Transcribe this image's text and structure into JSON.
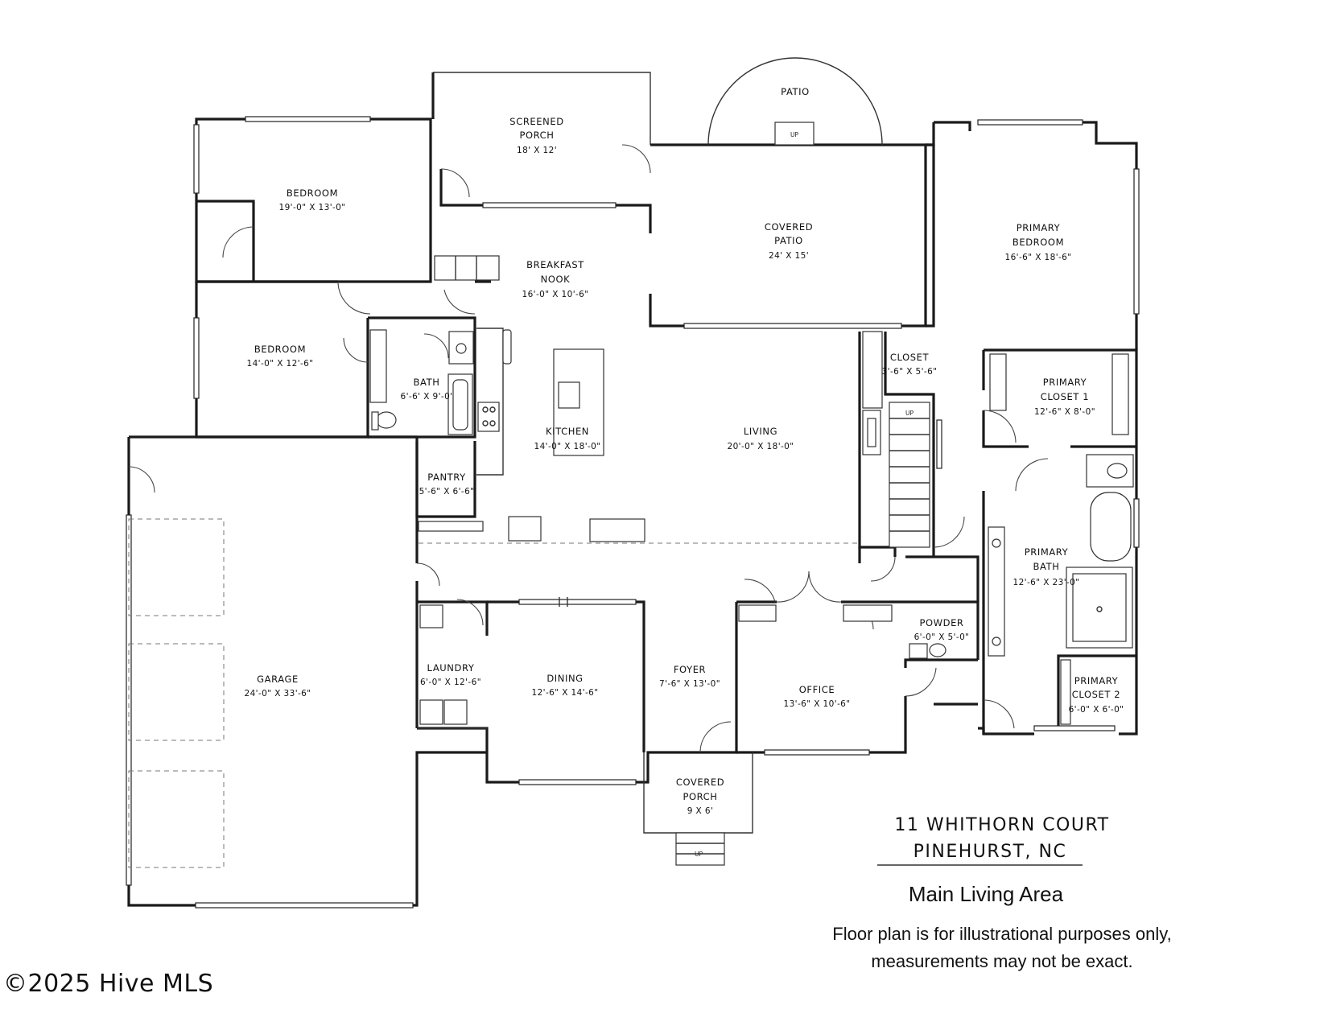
{
  "rooms": {
    "screened_porch": {
      "name_line1": "SCREENED",
      "name_line2": "PORCH",
      "dims": "18' X 12'"
    },
    "patio": {
      "name": "PATIO",
      "up": "UP"
    },
    "bedroom_1": {
      "name": "BEDROOM",
      "dims": "19'-0\" X 13'-0\""
    },
    "bedroom_2": {
      "name": "BEDROOM",
      "dims": "14'-0\" X 12'-6\""
    },
    "breakfast_nook": {
      "name_line1": "BREAKFAST",
      "name_line2": "NOOK",
      "dims": "16'-0\" X 10'-6\""
    },
    "covered_patio": {
      "name_line1": "COVERED",
      "name_line2": "PATIO",
      "dims": "24' X 15'"
    },
    "primary_bedroom": {
      "name_line1": "PRIMARY",
      "name_line2": "BEDROOM",
      "dims": "16'-6\" X 18'-6\""
    },
    "bath": {
      "name": "BATH",
      "dims": "6'-6' X 9'-0'"
    },
    "closet": {
      "name": "CLOSET",
      "dims": "3'-6\" X 5'-6\""
    },
    "primary_closet_1": {
      "name_line1": "PRIMARY",
      "name_line2": "CLOSET 1",
      "dims": "12'-6\" X 8'-0\""
    },
    "kitchen": {
      "name": "KITCHEN",
      "dims": "14'-0\" X 18'-0\""
    },
    "living": {
      "name": "LIVING",
      "dims": "20'-0\" X 18'-0\""
    },
    "stair": {
      "up": "UP"
    },
    "pantry": {
      "name": "PANTRY",
      "dims": "5'-6\" X 6'-6\""
    },
    "primary_bath": {
      "name_line1": "PRIMARY",
      "name_line2": "BATH",
      "dims": "12'-6\" X 23'-0\""
    },
    "powder": {
      "name": "POWDER",
      "dims": "6'-0\" X 5'-0\""
    },
    "laundry": {
      "name": "LAUNDRY",
      "dims": "6'-0\" X 12'-6\""
    },
    "dining": {
      "name": "DINING",
      "dims": "12'-6\" X 14'-6\""
    },
    "foyer": {
      "name": "FOYER",
      "dims": "7'-6\" X 13'-0\""
    },
    "garage": {
      "name": "GARAGE",
      "dims": "24'-0\" X 33'-6\""
    },
    "office": {
      "name": "OFFICE",
      "dims": "13'-6\" X 10'-6\""
    },
    "primary_closet_2": {
      "name_line1": "PRIMARY",
      "name_line2": "CLOSET 2",
      "dims": "6'-0\" X 6'-0\""
    },
    "covered_porch": {
      "name_line1": "COVERED",
      "name_line2": "PORCH",
      "dims": "9 X 6'",
      "up": "UP"
    }
  },
  "address": {
    "line1": "11 WHITHORN COURT",
    "line2": "PINEHURST, NC"
  },
  "subtitle": "Main Living Area",
  "disclaimer": {
    "line1": "Floor plan is for illustrational purposes only,",
    "line2": "measurements may not be exact."
  },
  "copyright": "©2025 Hive MLS"
}
